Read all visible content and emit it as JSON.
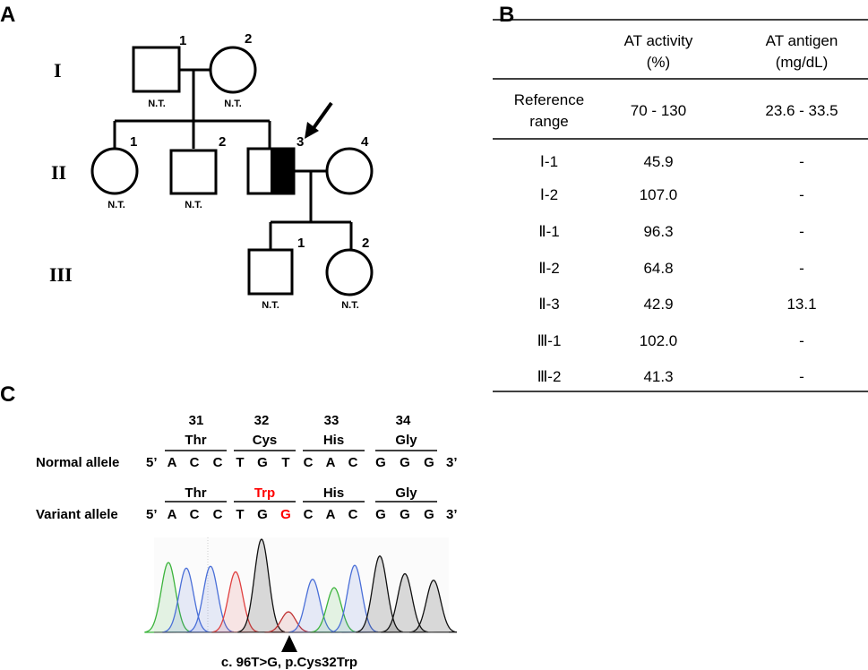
{
  "panels": {
    "a": "A",
    "b": "B",
    "c": "C"
  },
  "pedigree": {
    "generations": [
      "I",
      "II",
      "III"
    ],
    "individuals": {
      "I1": {
        "number": "1",
        "note": "N.T."
      },
      "I2": {
        "number": "2",
        "note": "N.T."
      },
      "II1": {
        "number": "1",
        "note": "N.T."
      },
      "II2": {
        "number": "2",
        "note": "N.T."
      },
      "II3": {
        "number": "3",
        "note": ""
      },
      "II4": {
        "number": "4",
        "note": ""
      },
      "III1": {
        "number": "1",
        "note": "N.T."
      },
      "III2": {
        "number": "2",
        "note": "N.T."
      }
    }
  },
  "table": {
    "headers": {
      "activity_1": "AT activity",
      "activity_2": "(%)",
      "antigen_1": "AT antigen",
      "antigen_2": "(mg/dL)"
    },
    "reference": {
      "label_1": "Reference",
      "label_2": "range",
      "activity": "70 - 130",
      "antigen": "23.6 - 33.5"
    },
    "rows": [
      {
        "id": "Ⅰ-1",
        "activity": "45.9",
        "antigen": "-"
      },
      {
        "id": "Ⅰ-2",
        "activity": "107.0",
        "antigen": "-"
      },
      {
        "id": "Ⅱ-1",
        "activity": "96.3",
        "antigen": "-"
      },
      {
        "id": "Ⅱ-2",
        "activity": "64.8",
        "antigen": "-"
      },
      {
        "id": "Ⅱ-3",
        "activity": "42.9",
        "antigen": "13.1"
      },
      {
        "id": "Ⅲ-1",
        "activity": "102.0",
        "antigen": "-"
      },
      {
        "id": "Ⅲ-2",
        "activity": "41.3",
        "antigen": "-"
      }
    ]
  },
  "sequence": {
    "codon_numbers": [
      "31",
      "32",
      "33",
      "34"
    ],
    "normal": {
      "label": "Normal allele",
      "five": "5’",
      "three": "3’",
      "amino": [
        "Thr",
        "Cys",
        "His",
        "Gly"
      ],
      "bases": [
        "A",
        "C",
        "C",
        "T",
        "G",
        "T",
        "C",
        "A",
        "C",
        "G",
        "G",
        "G"
      ]
    },
    "variant": {
      "label": "Variant allele",
      "five": "5’",
      "three": "3’",
      "amino": [
        "Thr",
        "Trp",
        "His",
        "Gly"
      ],
      "bases": [
        "A",
        "C",
        "C",
        "T",
        "G",
        "G",
        "C",
        "A",
        "C",
        "G",
        "G",
        "G"
      ]
    },
    "highlight_color": "#ff0000",
    "caption": "c. 96T>G, p.Cys32Trp"
  },
  "chromatogram": {
    "peaks": [
      {
        "base": "A",
        "color": "#3cb43c",
        "height": 0.75
      },
      {
        "base": "C",
        "color": "#4a6fd8",
        "height": 0.69
      },
      {
        "base": "C",
        "color": "#4a6fd8",
        "height": 0.71
      },
      {
        "base": "T",
        "color": "#e04040",
        "height": 0.65
      },
      {
        "base": "G",
        "color": "#111111",
        "height": 1.0
      },
      {
        "base": "T",
        "color": "#c03030",
        "height": 0.22
      },
      {
        "base": "C",
        "color": "#4a6fd8",
        "height": 0.57
      },
      {
        "base": "A",
        "color": "#3cb43c",
        "height": 0.48
      },
      {
        "base": "C",
        "color": "#4a6fd8",
        "height": 0.72
      },
      {
        "base": "G",
        "color": "#111111",
        "height": 0.82
      },
      {
        "base": "G",
        "color": "#111111",
        "height": 0.63
      },
      {
        "base": "G",
        "color": "#111111",
        "height": 0.56
      }
    ]
  }
}
